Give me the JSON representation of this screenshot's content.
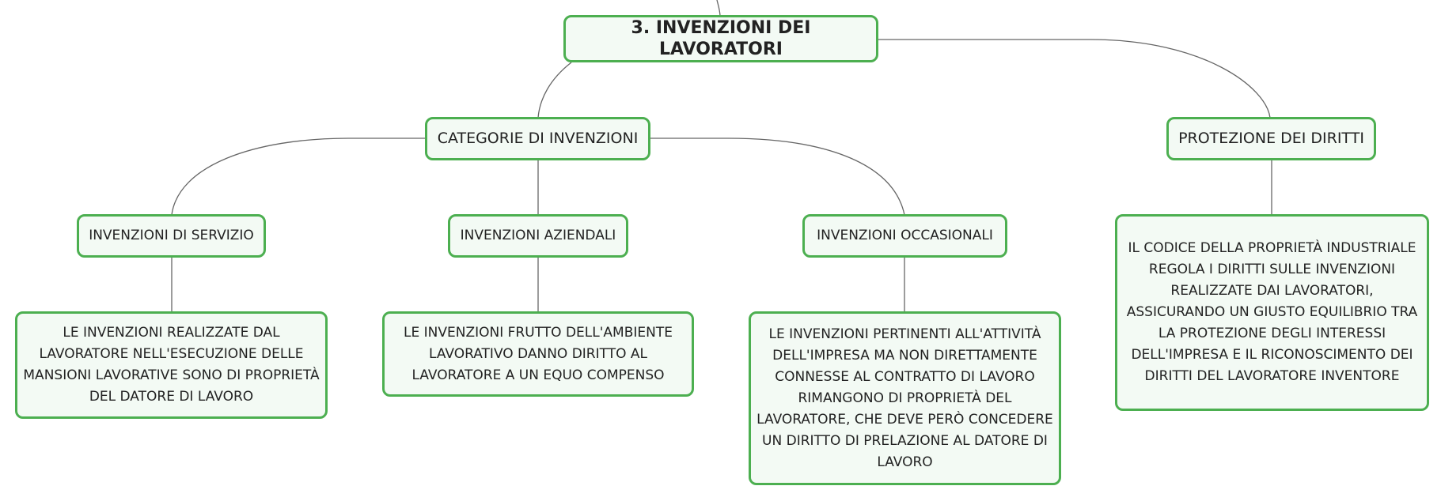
{
  "diagram": {
    "root": {
      "label": "3. INVENZIONI DEI LAVORATORI"
    },
    "categories": {
      "label": "CATEGORIE DI INVENZIONI"
    },
    "protection": {
      "label": "PROTEZIONE DEI DIRITTI",
      "detail": "IL CODICE DELLA PROPRIETÀ INDUSTRIALE REGOLA I DIRITTI SULLE INVENZIONI REALIZZATE DAI LAVORATORI, ASSICURANDO UN GIUSTO EQUILIBRIO TRA LA PROTEZIONE DEGLI INTERESSI DELL'IMPRESA E IL RICONOSCIMENTO DEI DIRITTI DEL LAVORATORE INVENTORE"
    },
    "service": {
      "label": "INVENZIONI DI SERVIZIO",
      "detail": "LE INVENZIONI REALIZZATE DAL LAVORATORE NELL'ESECUZIONE DELLE MANSIONI LAVORATIVE SONO DI PROPRIETÀ DEL DATORE DI LAVORO"
    },
    "corporate": {
      "label": "INVENZIONI AZIENDALI",
      "detail": "LE INVENZIONI FRUTTO DELL'AMBIENTE LAVORATIVO DANNO DIRITTO AL LAVORATORE A UN EQUO COMPENSO"
    },
    "occasional": {
      "label": "INVENZIONI OCCASIONALI",
      "detail": "LE INVENZIONI PERTINENTI ALL'ATTIVITÀ DELL'IMPRESA MA NON DIRETTAMENTE CONNESSE AL CONTRATTO DI LAVORO RIMANGONO DI PROPRIETÀ DEL LAVORATORE, CHE DEVE PERÒ CONCEDERE UN DIRITTO DI PRELAZIONE AL DATORE DI LAVORO"
    }
  },
  "colors": {
    "node_border": "#4caf50",
    "node_fill": "#f3faf4",
    "connector": "#666666",
    "text": "#222222"
  }
}
